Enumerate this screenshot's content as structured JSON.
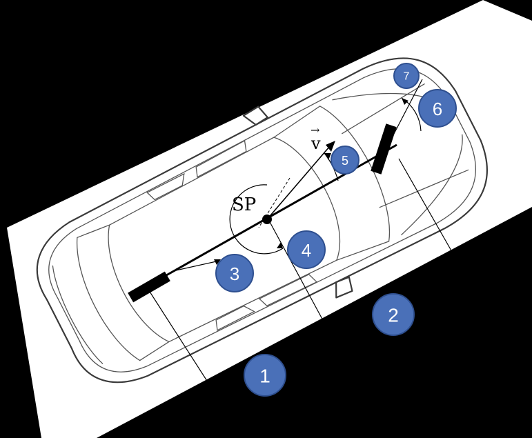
{
  "diagram": {
    "center_label": "SP",
    "velocity_label": "v",
    "velocity_arrow_glyph": "→",
    "badges": [
      {
        "id": "1",
        "label": "1"
      },
      {
        "id": "2",
        "label": "2"
      },
      {
        "id": "3",
        "label": "3"
      },
      {
        "id": "4",
        "label": "4"
      },
      {
        "id": "5",
        "label": "5"
      },
      {
        "id": "6",
        "label": "6"
      },
      {
        "id": "7",
        "label": "7"
      }
    ],
    "colors": {
      "badge_fill": "#4a70b8",
      "background": "#000000",
      "panel": "#ffffff",
      "outline": "#3a3a3a"
    }
  }
}
